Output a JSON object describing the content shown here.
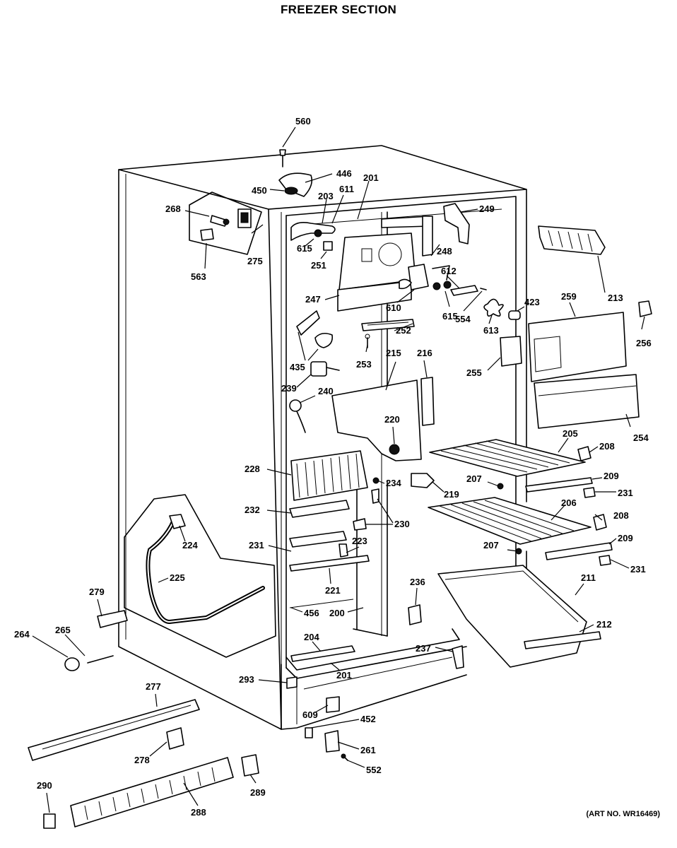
{
  "title": "FREEZER SECTION",
  "art_no": "(ART NO. WR16469)",
  "callouts": [
    {
      "id": "c560",
      "text": "560"
    },
    {
      "id": "c446",
      "text": "446"
    },
    {
      "id": "c450",
      "text": "450"
    },
    {
      "id": "c201a",
      "text": "201"
    },
    {
      "id": "c203",
      "text": "203"
    },
    {
      "id": "c611",
      "text": "611"
    },
    {
      "id": "c268",
      "text": "268"
    },
    {
      "id": "c249",
      "text": "249"
    },
    {
      "id": "c275",
      "text": "275"
    },
    {
      "id": "c563",
      "text": "563"
    },
    {
      "id": "c615a",
      "text": "615"
    },
    {
      "id": "c251",
      "text": "251"
    },
    {
      "id": "c248",
      "text": "248"
    },
    {
      "id": "c213",
      "text": "213"
    },
    {
      "id": "c612",
      "text": "612"
    },
    {
      "id": "c247",
      "text": "247"
    },
    {
      "id": "c610",
      "text": "610"
    },
    {
      "id": "c615b",
      "text": "615"
    },
    {
      "id": "c554",
      "text": "554"
    },
    {
      "id": "c423",
      "text": "423"
    },
    {
      "id": "c259",
      "text": "259"
    },
    {
      "id": "c613",
      "text": "613"
    },
    {
      "id": "c256",
      "text": "256"
    },
    {
      "id": "c252",
      "text": "252"
    },
    {
      "id": "c435",
      "text": "435"
    },
    {
      "id": "c253",
      "text": "253"
    },
    {
      "id": "c215",
      "text": "215"
    },
    {
      "id": "c216",
      "text": "216"
    },
    {
      "id": "c255",
      "text": "255"
    },
    {
      "id": "c239",
      "text": "239"
    },
    {
      "id": "c240",
      "text": "240"
    },
    {
      "id": "c220",
      "text": "220"
    },
    {
      "id": "c254",
      "text": "254"
    },
    {
      "id": "c205",
      "text": "205"
    },
    {
      "id": "c208a",
      "text": "208"
    },
    {
      "id": "c228",
      "text": "228"
    },
    {
      "id": "c234",
      "text": "234"
    },
    {
      "id": "c219",
      "text": "219"
    },
    {
      "id": "c207a",
      "text": "207"
    },
    {
      "id": "c209a",
      "text": "209"
    },
    {
      "id": "c231a",
      "text": "231"
    },
    {
      "id": "c232",
      "text": "232"
    },
    {
      "id": "c230",
      "text": "230"
    },
    {
      "id": "c206",
      "text": "206"
    },
    {
      "id": "c208b",
      "text": "208"
    },
    {
      "id": "c224",
      "text": "224"
    },
    {
      "id": "c231b",
      "text": "231"
    },
    {
      "id": "c223",
      "text": "223"
    },
    {
      "id": "c209b",
      "text": "209"
    },
    {
      "id": "c207b",
      "text": "207"
    },
    {
      "id": "c231c",
      "text": "231"
    },
    {
      "id": "c225",
      "text": "225"
    },
    {
      "id": "c236",
      "text": "236"
    },
    {
      "id": "c211",
      "text": "211"
    },
    {
      "id": "c221",
      "text": "221"
    },
    {
      "id": "c279",
      "text": "279"
    },
    {
      "id": "c456",
      "text": "456"
    },
    {
      "id": "c200",
      "text": "200"
    },
    {
      "id": "c212",
      "text": "212"
    },
    {
      "id": "c265",
      "text": "265"
    },
    {
      "id": "c264",
      "text": "264"
    },
    {
      "id": "c204",
      "text": "204"
    },
    {
      "id": "c237",
      "text": "237"
    },
    {
      "id": "c201b",
      "text": "201"
    },
    {
      "id": "c293",
      "text": "293"
    },
    {
      "id": "c277",
      "text": "277"
    },
    {
      "id": "c609",
      "text": "609"
    },
    {
      "id": "c452",
      "text": "452"
    },
    {
      "id": "c261",
      "text": "261"
    },
    {
      "id": "c278",
      "text": "278"
    },
    {
      "id": "c552",
      "text": "552"
    },
    {
      "id": "c289",
      "text": "289"
    },
    {
      "id": "c290",
      "text": "290"
    },
    {
      "id": "c288",
      "text": "288"
    }
  ]
}
